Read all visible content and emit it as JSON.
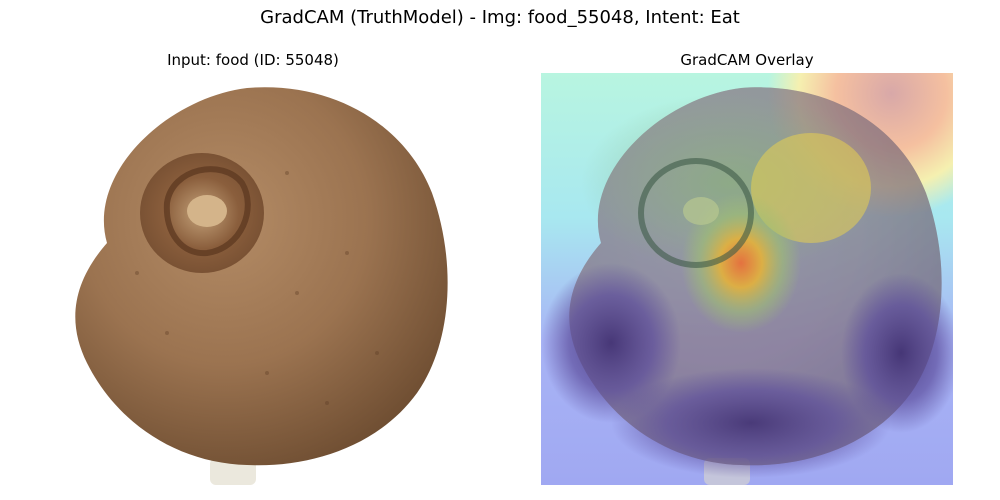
{
  "figure": {
    "suptitle": "GradCAM (TruthModel) - Img: food_55048, Intent: Eat"
  },
  "panels": [
    {
      "title": "Input: food (ID: 55048)",
      "content": "photo of a brown kiwi fruit on white background"
    },
    {
      "title": "GradCAM Overlay",
      "content": "kiwi fruit with jet colormap heatmap overlay"
    }
  ],
  "colors": {
    "kiwi_brown": "#9b7350",
    "kiwi_dark": "#6e4a2e",
    "stem": "#e8e4d8",
    "heat_low": "#5a5ad0",
    "heat_mid": "#8ef0d0",
    "heat_high": "#f7d84a",
    "heat_peak": "#e06040"
  }
}
